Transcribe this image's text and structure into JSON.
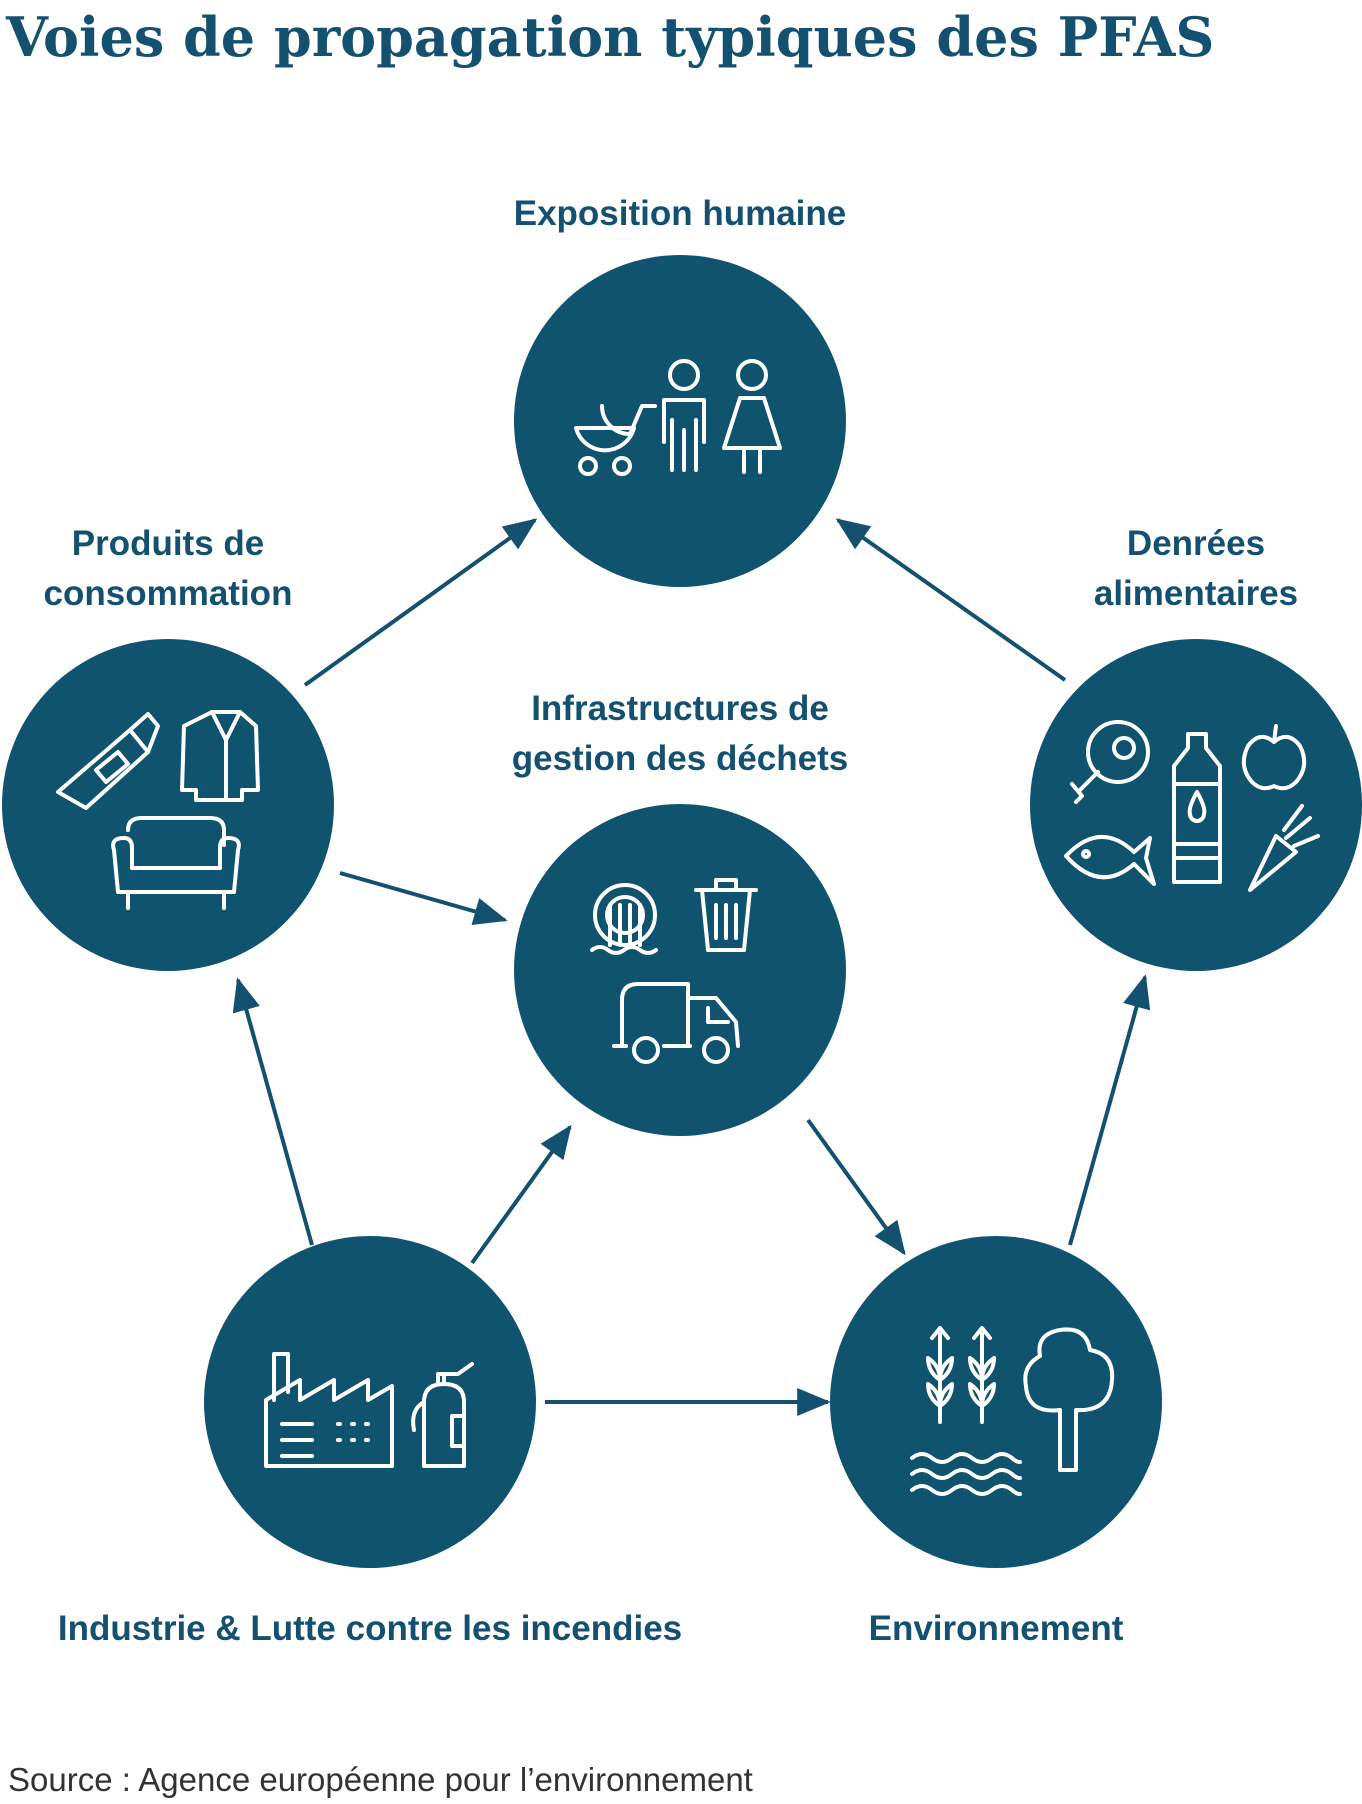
{
  "title": "Voies de propagation typiques des PFAS",
  "nodes": {
    "human": {
      "label": "Exposition humaine",
      "icons": [
        "stroller-icon",
        "man-icon",
        "woman-icon"
      ]
    },
    "consumer": {
      "label_1": "Produits de",
      "label_2": "consommation",
      "icons": [
        "tube-icon",
        "jacket-icon",
        "sofa-icon"
      ]
    },
    "food": {
      "label_1": "Denrées",
      "label_2": "alimentaires",
      "icons": [
        "ham-icon",
        "bottle-icon",
        "apple-icon",
        "fish-icon",
        "carrot-icon"
      ]
    },
    "waste": {
      "label_1": "Infrastructures de",
      "label_2": "gestion des déchets",
      "icons": [
        "treatment-plant-icon",
        "trash-can-icon",
        "garbage-truck-icon"
      ]
    },
    "industry": {
      "label": "Industrie & Lutte contre les incendies",
      "icons": [
        "factory-icon",
        "fire-extinguisher-icon"
      ]
    },
    "environment": {
      "label": "Environnement",
      "icons": [
        "wheat-icon",
        "tree-icon",
        "water-waves-icon"
      ]
    }
  },
  "edges": [
    {
      "from": "Produits de consommation",
      "to": "Exposition humaine"
    },
    {
      "from": "Denrées alimentaires",
      "to": "Exposition humaine"
    },
    {
      "from": "Produits de consommation",
      "to": "Infrastructures de gestion des déchets"
    },
    {
      "from": "Industrie & Lutte contre les incendies",
      "to": "Produits de consommation"
    },
    {
      "from": "Industrie & Lutte contre les incendies",
      "to": "Infrastructures de gestion des déchets"
    },
    {
      "from": "Industrie & Lutte contre les incendies",
      "to": "Environnement"
    },
    {
      "from": "Infrastructures de gestion des déchets",
      "to": "Environnement"
    },
    {
      "from": "Environnement",
      "to": "Denrées alimentaires"
    }
  ],
  "colors": {
    "node_fill": "#10536f",
    "text": "#14506f",
    "icon_stroke": "#ffffff",
    "background": "#ffffff"
  },
  "source": "Source : Agence européenne pour l’environnement"
}
